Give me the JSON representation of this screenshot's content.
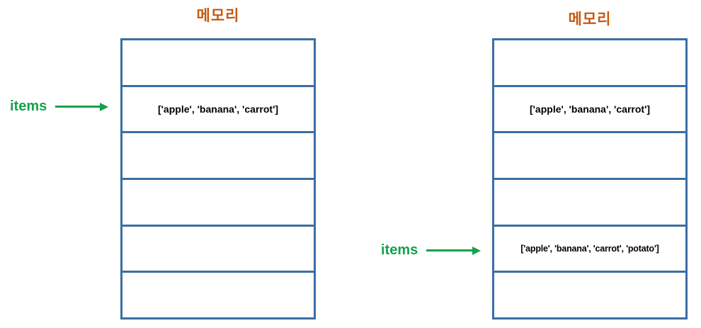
{
  "colors": {
    "border_blue": "#3A6EA5",
    "title_orange": "#C45911",
    "label_green": "#14A24D",
    "cell_text": "#000000",
    "background": "#FFFFFF"
  },
  "left_diagram": {
    "title": "메모리",
    "pointer_label": "items",
    "pointer_target_cell_index": 1,
    "cells": [
      "",
      "['apple', 'banana', 'carrot']",
      "",
      "",
      "",
      ""
    ]
  },
  "right_diagram": {
    "title": "메모리",
    "pointer_label": "items",
    "pointer_target_cell_index": 4,
    "cells": [
      "",
      "['apple', 'banana', 'carrot']",
      "",
      "",
      "['apple', 'banana', 'carrot', 'potato']",
      ""
    ]
  }
}
